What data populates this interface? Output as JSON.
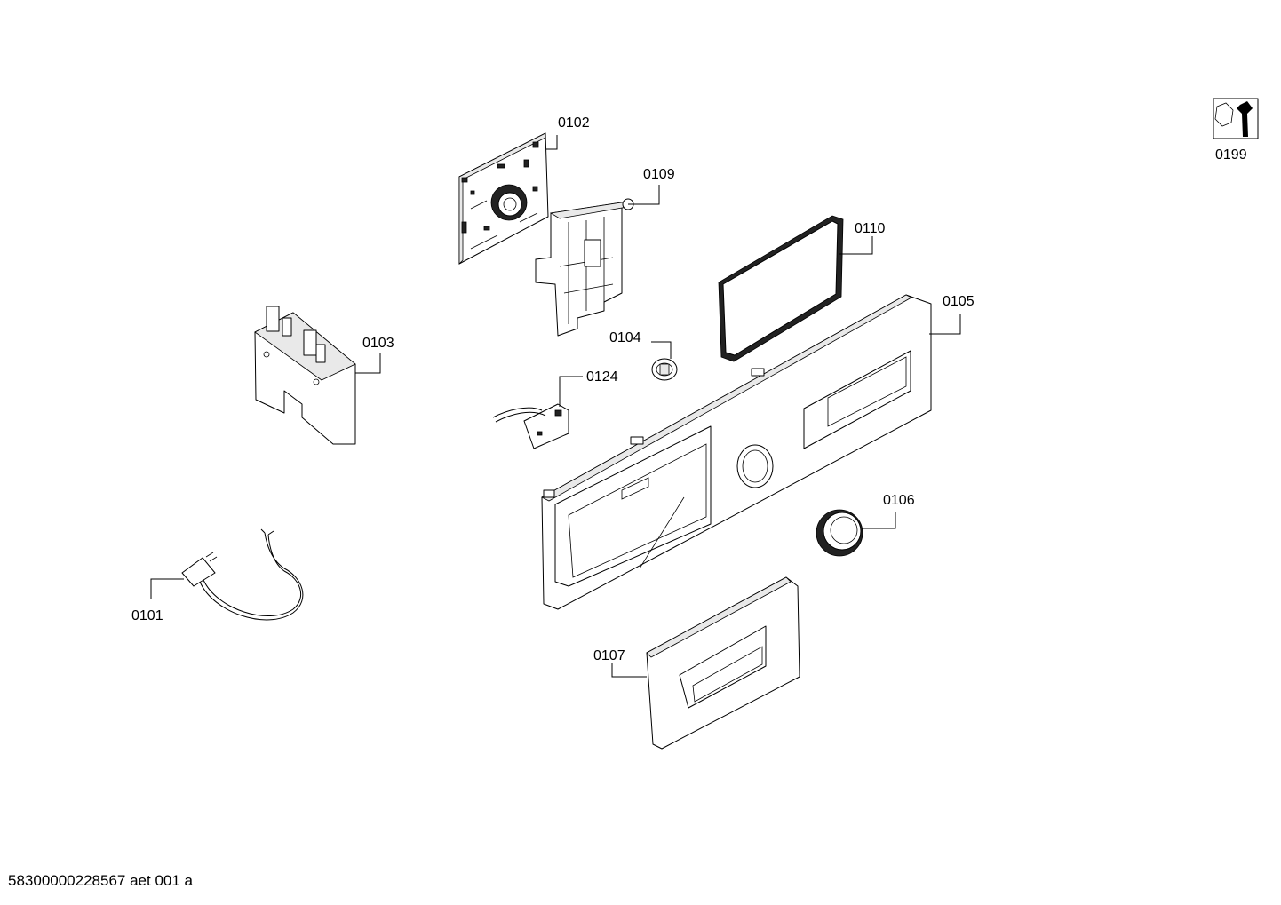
{
  "parts": [
    {
      "id": "0101",
      "name": "power-cord"
    },
    {
      "id": "0102",
      "name": "control-module"
    },
    {
      "id": "0103",
      "name": "interference-filter"
    },
    {
      "id": "0104",
      "name": "knob-small"
    },
    {
      "id": "0105",
      "name": "control-panel-fascia"
    },
    {
      "id": "0106",
      "name": "selector-knob"
    },
    {
      "id": "0107",
      "name": "dispenser-handle"
    },
    {
      "id": "0109",
      "name": "module-holder"
    },
    {
      "id": "0110",
      "name": "display-window"
    },
    {
      "id": "0124",
      "name": "sensor-board"
    },
    {
      "id": "0199",
      "name": "service-tool"
    }
  ],
  "labels": {
    "p0101": "0101",
    "p0102": "0102",
    "p0103": "0103",
    "p0104": "0104",
    "p0105": "0105",
    "p0106": "0106",
    "p0107": "0107",
    "p0109": "0109",
    "p0110": "0110",
    "p0124": "0124",
    "p0199": "0199"
  },
  "document_code": "58300000228567 aet 001 a",
  "icons": {
    "service": "wrench-nut-icon"
  }
}
